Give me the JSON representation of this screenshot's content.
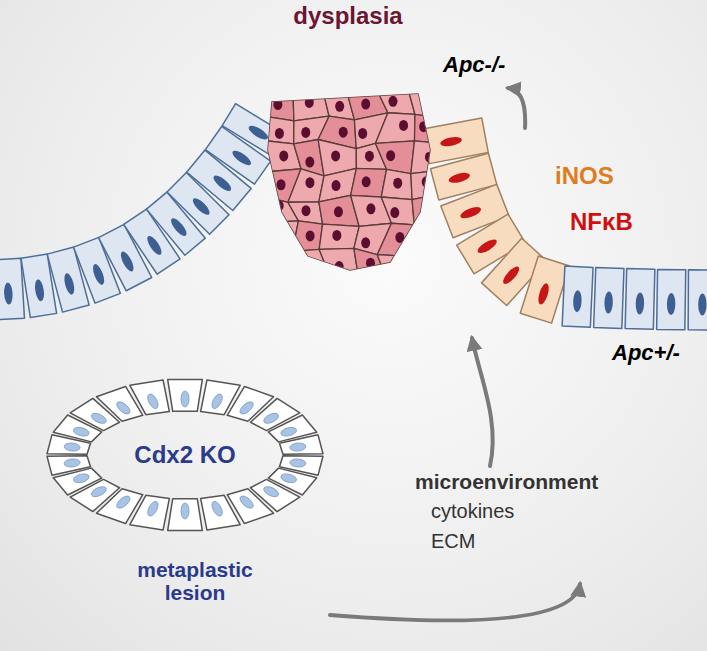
{
  "diagram": {
    "nodes": [
      {
        "text": [
          "dysplasia",
          "Apc-/-"
        ]
      },
      {
        "text": [
          "iNOS",
          "NFκB"
        ]
      },
      {
        "text": [
          "Cdx2 KO",
          "metaplastic lesion"
        ]
      },
      {
        "text": [
          "microenvironment",
          "cytokines",
          "ECM"
        ]
      }
    ],
    "edges": [
      {
        "from": 2,
        "to": 3,
        "arrow": "to"
      },
      {
        "from": 3,
        "to": 1,
        "arrow": "to"
      },
      {
        "from": 1,
        "to": 0,
        "arrow": "to"
      }
    ],
    "labels": [
      "Apc+/-"
    ]
  }
}
